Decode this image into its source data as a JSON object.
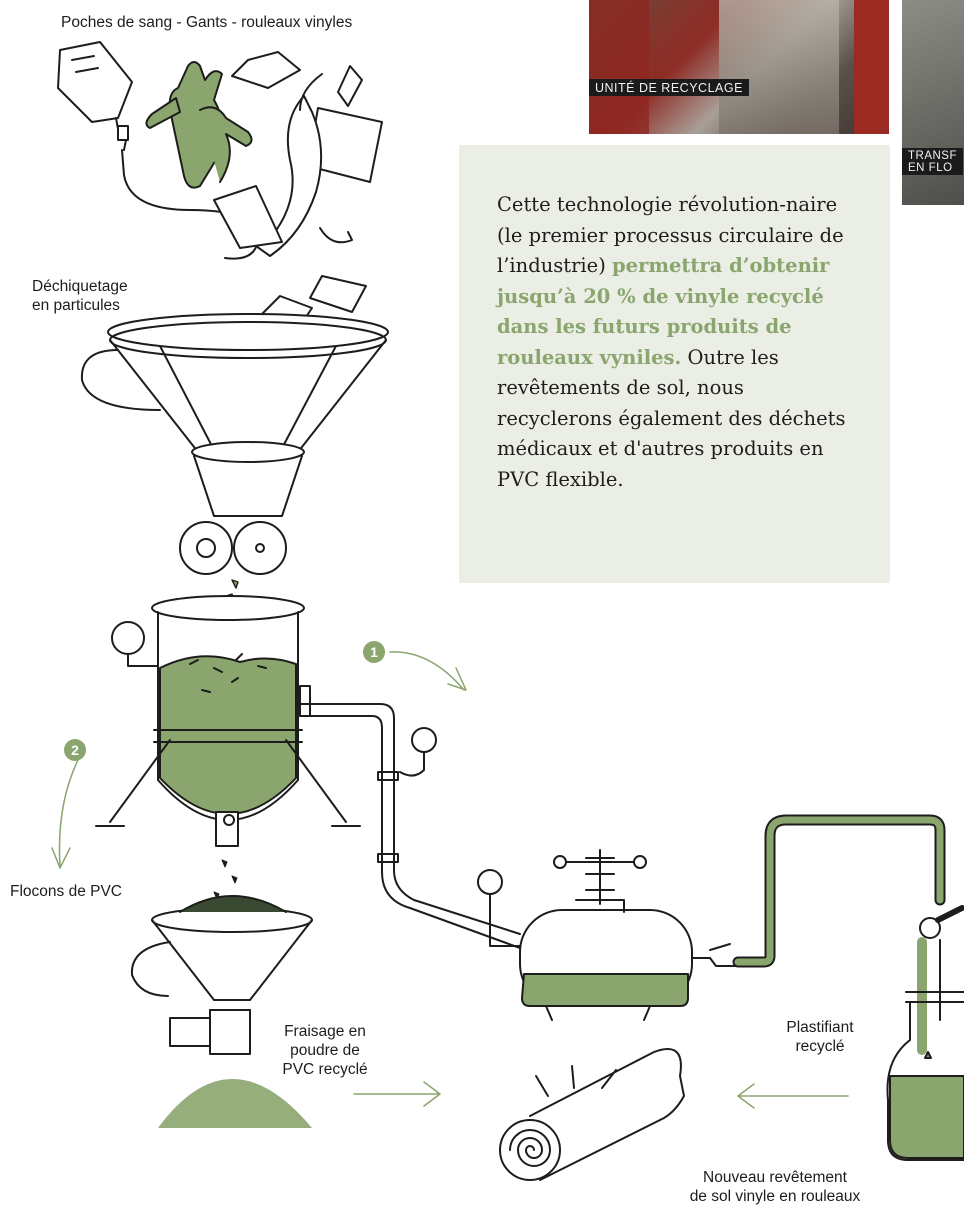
{
  "labels": {
    "top": "Poches de sang - Gants - rouleaux vinyles",
    "shredding": "Déchiquetage\nen particules",
    "flakes": "Flocons de PVC",
    "milling": "Fraisage en\npoudre de\nPVC recyclé",
    "plasticizer": "Plastifiant\nrecyclé",
    "new_floor": "Nouveau revêtement\nde sol  vinyle en rouleaux"
  },
  "photos": {
    "unit": "UNITÉ DE RECYCLAGE",
    "transform": "TRANSF\nEN FLO"
  },
  "panel": {
    "text_a": "Cette technologie révolution-naire (le premier processus circulaire de l’industrie) ",
    "text_highlight": "permettra d’obtenir jusqu’à 20 % de vinyle recyclé dans les futurs produits de rouleaux vyniles.",
    "text_b": " Outre les revêtements de sol, nous recyclerons également  des déchets médicaux et d'autres produits en PVC flexible."
  },
  "steps": {
    "one": "1",
    "two": "2"
  },
  "colors": {
    "accent_green": "#8aa56e",
    "panel_bg": "#eaeee5",
    "line": "#1d1d1b"
  }
}
